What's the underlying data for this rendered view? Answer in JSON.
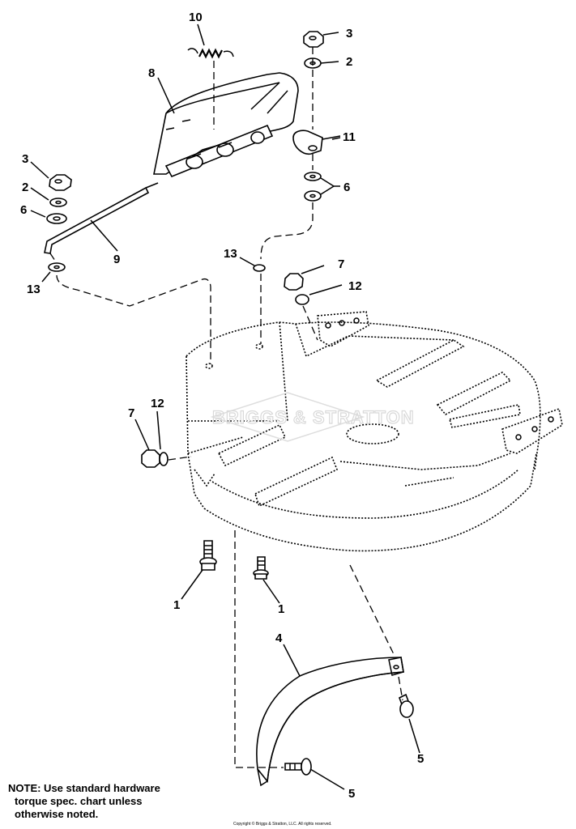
{
  "callouts": {
    "c1a": "1",
    "c1b": "1",
    "c2a": "2",
    "c2b": "2",
    "c3a": "3",
    "c3b": "3",
    "c4": "4",
    "c5a": "5",
    "c5b": "5",
    "c6a": "6",
    "c6b": "6",
    "c7a": "7",
    "c7b": "7",
    "c8": "8",
    "c9": "9",
    "c10": "10",
    "c11": "11",
    "c12a": "12",
    "c12b": "12",
    "c13a": "13",
    "c13b": "13"
  },
  "watermark": "BRIGGS & STRATTON",
  "note": {
    "line1": "NOTE: Use standard hardware",
    "line2": "torque spec. chart unless",
    "line3": "otherwise noted."
  },
  "copyright": "Copyright © Briggs & Stratton, LLC. All rights reserved."
}
